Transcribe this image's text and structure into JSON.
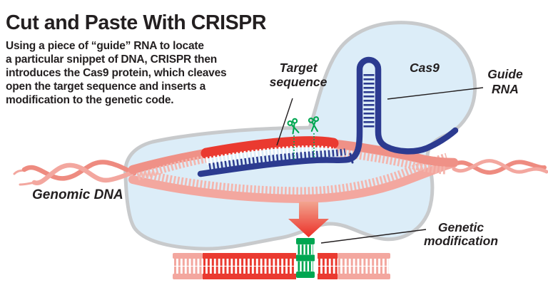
{
  "title": "Cut and Paste With CRISPR",
  "description": {
    "lines": [
      "Using a piece of “guide” RNA to locate",
      "a particular snippet of DNA, CRISPR then",
      "introduces the Cas9 protein, which cleaves",
      "open the target sequence and inserts a",
      "modification to the genetic code."
    ]
  },
  "labels": {
    "target_sequence": {
      "line1": "Target",
      "line2": "sequence"
    },
    "cas9": "Cas9",
    "guide_rna": {
      "line1": "Guide",
      "line2": "RNA"
    },
    "genomic_dna": "Genomic DNA",
    "genetic_modification": {
      "line1": "Genetic",
      "line2": "modification"
    }
  },
  "icons": {
    "scissors-icon": "scissors (cut site)",
    "down-arrow-icon": "downward result arrow"
  },
  "palette": {
    "text": "#231f20",
    "blob-fill": "#dcedf8",
    "blob-stroke": "#c8cacc",
    "salmon": "#ef9187",
    "salmon-dark": "#ee8b80",
    "salmon-light": "#f4b5ad",
    "salmon-pale": "#f3a79f",
    "red": "#ea3a30",
    "navy": "#2c3b90",
    "green": "#00a651",
    "white": "#ffffff",
    "arrow-top": "#f2a48f",
    "arrow-bottom": "#eb2f27",
    "pointer": "#231f20"
  }
}
